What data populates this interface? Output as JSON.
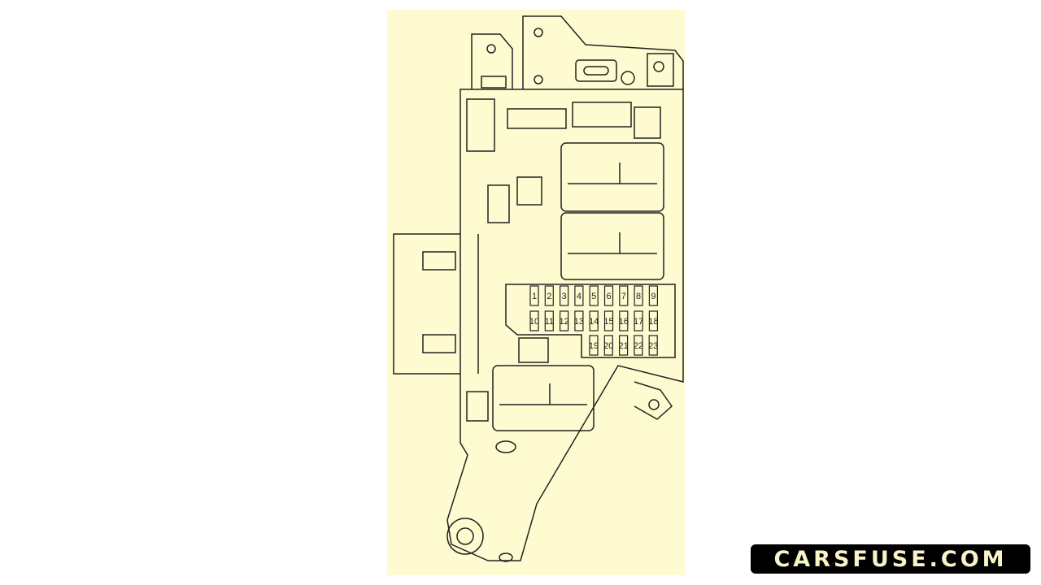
{
  "diagram": {
    "background_color": "#fdfbcf",
    "line_color": "#222222",
    "fuses": {
      "row1": [
        "1",
        "2",
        "3",
        "4",
        "5",
        "6",
        "7",
        "8",
        "9"
      ],
      "row2": [
        "10",
        "11",
        "12",
        "13",
        "14",
        "15",
        "16",
        "17",
        "18"
      ],
      "row3": [
        "19",
        "20",
        "21",
        "22",
        "23"
      ]
    }
  },
  "watermark": {
    "text": "CARSFUSE.COM"
  }
}
